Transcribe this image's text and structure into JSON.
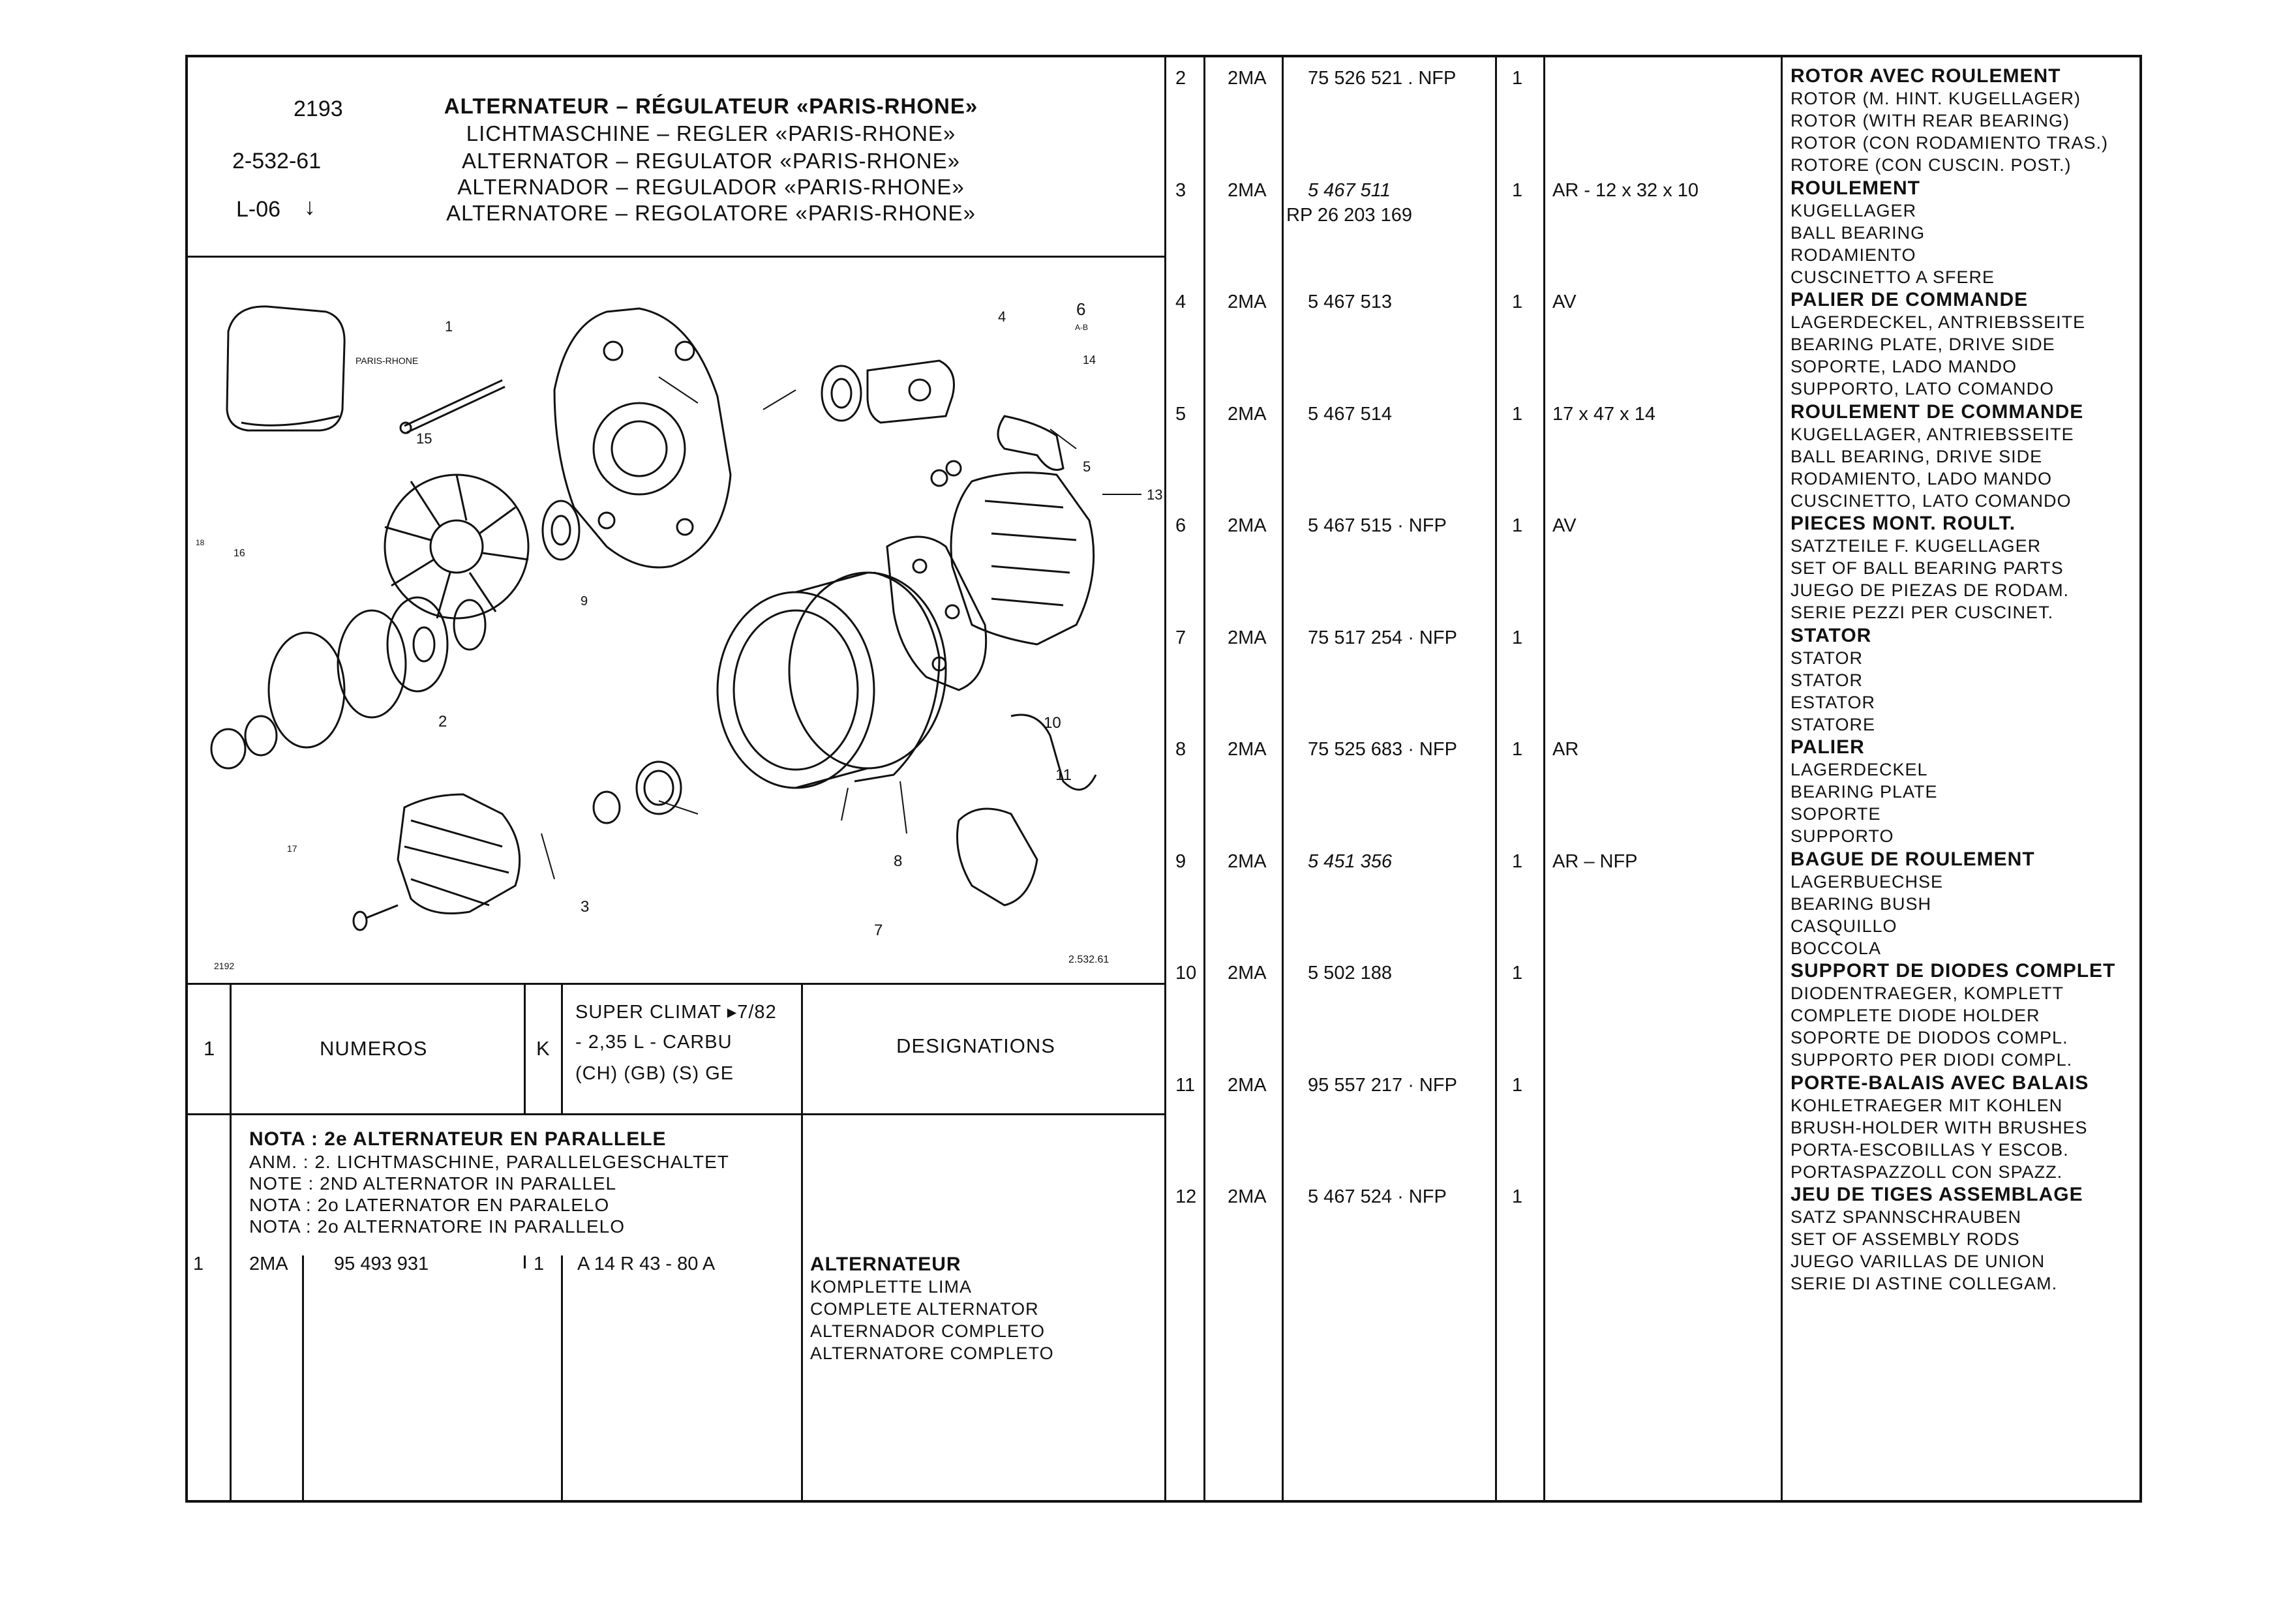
{
  "header": {
    "code": "2193",
    "section": "2-532-61",
    "ref": "L-06",
    "titles": [
      "ALTERNATEUR – RÉGULATEUR «PARIS-RHONE»",
      "LICHTMASCHINE – REGLER «PARIS-RHONE»",
      "ALTERNATOR – REGULATOR «PARIS-RHONE»",
      "ALTERNADOR – REGULADOR «PARIS-RHONE»",
      "ALTERNATORE – REGOLATORE «PARIS-RHONE»"
    ]
  },
  "diagram": {
    "brand_label": "PARIS-RHONE",
    "plate_left": "2192",
    "plate_right": "2.532.61",
    "callouts": [
      "1",
      "2",
      "3",
      "4",
      "5",
      "6",
      "A-B",
      "7",
      "8",
      "9",
      "10",
      "11",
      "13",
      "14",
      "15",
      "16",
      "17",
      "18"
    ]
  },
  "column_header": {
    "col1": "1",
    "numeros": "NUMEROS",
    "k": "K",
    "model_lines": [
      "SUPER CLIMAT ▸7/82",
      "- 2,35 L - CARBU",
      "(CH) (GB) (S) GE"
    ],
    "designations": "DESIGNATIONS"
  },
  "note": {
    "lines": [
      "NOTA : 2e ALTERNATEUR EN PARALLELE",
      "ANM.  : 2. LICHTMASCHINE, PARALLELGESCHALTET",
      "NOTE  : 2ND ALTERNATOR IN PARALLEL",
      "NOTA  : 2o LATERNATOR EN PARALELO",
      "NOTA  : 2o ALTERNATORE IN PARALLELO"
    ]
  },
  "main_item": {
    "index": "1",
    "code": "2MA",
    "part": "95 493 931",
    "qty": "1",
    "spec": "A 14 R 43 - 80 A",
    "designations": [
      "ALTERNATEUR",
      "KOMPLETTE LIMA",
      "COMPLETE ALTERNATOR",
      "ALTERNADOR COMPLETO",
      "ALTERNATORE COMPLETO"
    ]
  },
  "parts": [
    {
      "index": "2",
      "code": "2MA",
      "part": "75 526 521 . NFP",
      "qty": "1",
      "spec": "",
      "italic": false,
      "part2": "",
      "designations": [
        "ROTOR AVEC ROULEMENT",
        "ROTOR (M. HINT. KUGELLAGER)",
        "ROTOR (WITH REAR BEARING)",
        "ROTOR (CON RODAMIENTO TRAS.)",
        "ROTORE (CON CUSCIN. POST.)"
      ]
    },
    {
      "index": "3",
      "code": "2MA",
      "part": "5 467 511",
      "qty": "1",
      "spec": "AR - 12 x 32 x 10",
      "italic": true,
      "part2": "RP 26 203 169",
      "designations": [
        "ROULEMENT",
        "KUGELLAGER",
        "BALL BEARING",
        "RODAMIENTO",
        "CUSCINETTO A SFERE"
      ]
    },
    {
      "index": "4",
      "code": "2MA",
      "part": "5 467 513",
      "qty": "1",
      "spec": "AV",
      "italic": false,
      "part2": "",
      "designations": [
        "PALIER DE COMMANDE",
        "LAGERDECKEL, ANTRIEBSSEITE",
        "BEARING PLATE, DRIVE SIDE",
        "SOPORTE, LADO MANDO",
        "SUPPORTO, LATO COMANDO"
      ]
    },
    {
      "index": "5",
      "code": "2MA",
      "part": "5 467 514",
      "qty": "1",
      "spec": "17 x 47 x 14",
      "italic": false,
      "part2": "",
      "designations": [
        "ROULEMENT DE COMMANDE",
        "KUGELLAGER, ANTRIEBSSEITE",
        "BALL BEARING, DRIVE SIDE",
        "RODAMIENTO, LADO MANDO",
        "CUSCINETTO, LATO COMANDO"
      ]
    },
    {
      "index": "6",
      "code": "2MA",
      "part": "5 467 515 · NFP",
      "qty": "1",
      "spec": "AV",
      "italic": false,
      "part2": "",
      "designations": [
        "PIECES MONT. ROULT.",
        "SATZTEILE F. KUGELLAGER",
        "SET OF BALL BEARING PARTS",
        "JUEGO DE PIEZAS DE RODAM.",
        "SERIE PEZZI PER CUSCINET."
      ]
    },
    {
      "index": "7",
      "code": "2MA",
      "part": "75 517 254 · NFP",
      "qty": "1",
      "spec": "",
      "italic": false,
      "part2": "",
      "designations": [
        "STATOR",
        "STATOR",
        "STATOR",
        "ESTATOR",
        "STATORE"
      ]
    },
    {
      "index": "8",
      "code": "2MA",
      "part": "75 525 683 · NFP",
      "qty": "1",
      "spec": "AR",
      "italic": false,
      "part2": "",
      "designations": [
        "PALIER",
        "LAGERDECKEL",
        "BEARING PLATE",
        "SOPORTE",
        "SUPPORTO"
      ]
    },
    {
      "index": "9",
      "code": "2MA",
      "part": "5 451 356",
      "qty": "1",
      "spec": "AR – NFP",
      "italic": true,
      "part2": "",
      "designations": [
        "BAGUE DE ROULEMENT",
        "LAGERBUECHSE",
        "BEARING BUSH",
        "CASQUILLO",
        "BOCCOLA"
      ]
    },
    {
      "index": "10",
      "code": "2MA",
      "part": "5 502 188",
      "qty": "1",
      "spec": "",
      "italic": false,
      "part2": "",
      "designations": [
        "SUPPORT DE DIODES COMPLET",
        "DIODENTRAEGER, KOMPLETT",
        "COMPLETE DIODE HOLDER",
        "SOPORTE DE DIODOS COMPL.",
        "SUPPORTO PER DIODI COMPL."
      ]
    },
    {
      "index": "11",
      "code": "2MA",
      "part": "95 557 217 · NFP",
      "qty": "1",
      "spec": "",
      "italic": false,
      "part2": "",
      "designations": [
        "PORTE-BALAIS AVEC BALAIS",
        "KOHLETRAEGER MIT KOHLEN",
        "BRUSH-HOLDER WITH BRUSHES",
        "PORTA-ESCOBILLAS Y ESCOB.",
        "PORTASPAZZOLL CON SPAZZ."
      ]
    },
    {
      "index": "12",
      "code": "2MA",
      "part": "5 467 524 · NFP",
      "qty": "1",
      "spec": "",
      "italic": false,
      "part2": "",
      "designations": [
        "JEU DE TIGES ASSEMBLAGE",
        "SATZ SPANNSCHRAUBEN",
        "SET OF ASSEMBLY RODS",
        "JUEGO VARILLAS DE UNION",
        "SERIE DI ASTINE COLLEGAM."
      ]
    }
  ]
}
